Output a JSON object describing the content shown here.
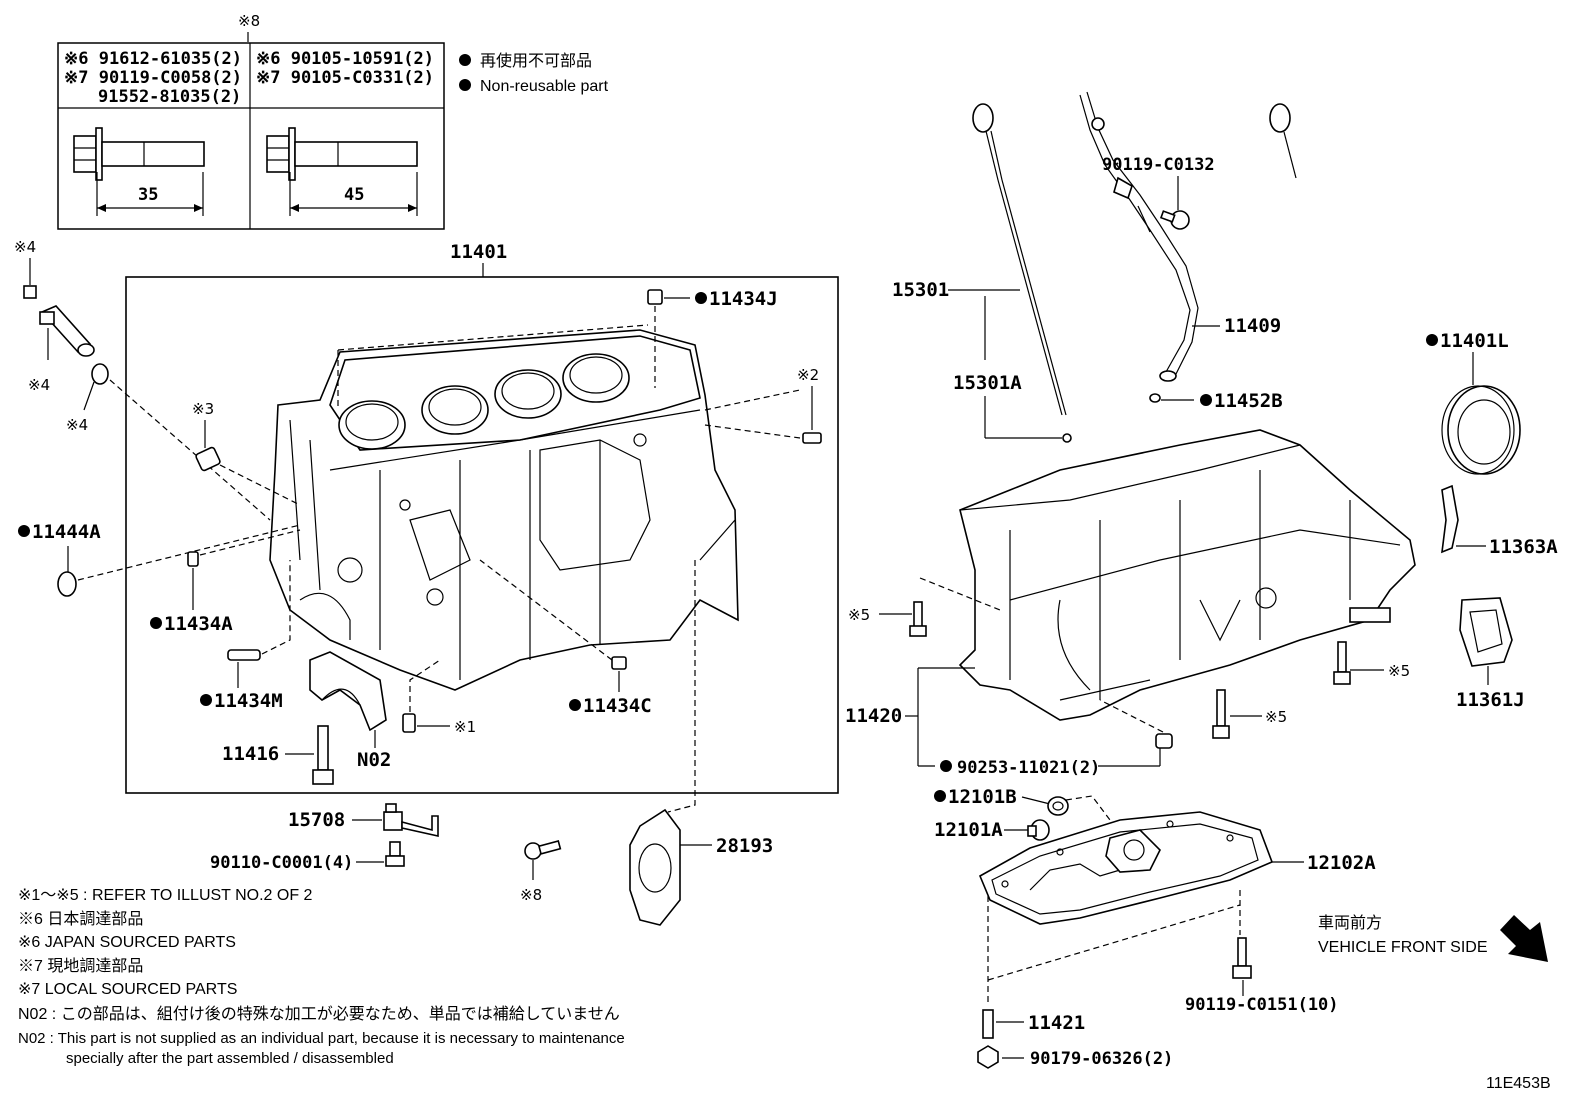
{
  "figure_id": "11E453B",
  "legend": {
    "top_mark": "※8",
    "left_col": [
      "※6 91612-61035(2)",
      "※7 90119-C0058(2)",
      "91552-81035(2)"
    ],
    "right_col": [
      "※6 90105-10591(2)",
      "※7 90105-C0331(2)"
    ],
    "left_dim": "35",
    "right_dim": "45",
    "nonreusable_jp": "再使用不可部品",
    "nonreusable_en": "Non-reusable part"
  },
  "labels": {
    "block": "11401",
    "p11434J": "11434J",
    "p11434A": "11434A",
    "p11434M": "11434M",
    "p11434C": "11434C",
    "p11444A": "11444A",
    "p11416": "11416",
    "pN02": "N02",
    "p15708": "15708",
    "p90110": "90110-C0001(4)",
    "p28193": "28193",
    "p15301": "15301",
    "p15301A": "15301A",
    "p11409": "11409",
    "p90119_0132": "90119-C0132",
    "p11452B": "11452B",
    "p11401L": "11401L",
    "p11363A": "11363A",
    "p11361J": "11361J",
    "p11420": "11420",
    "p90253": "90253-11021(2)",
    "p12101B": "12101B",
    "p12101A": "12101A",
    "p12102A": "12102A",
    "p90119_0151": "90119-C0151(10)",
    "p11421": "11421",
    "p90179": "90179-06326(2)"
  },
  "marks": {
    "m4a": "※4",
    "m4b": "※4",
    "m4c": "※4",
    "m3": "※3",
    "m2": "※2",
    "m1": "※1",
    "m8": "※8",
    "m5a": "※5",
    "m5b": "※5",
    "m5c": "※5"
  },
  "front": {
    "jp": "車両前方",
    "en": "VEHICLE FRONT SIDE"
  },
  "notes": [
    "※1～※5 : REFER TO ILLUST NO.2 OF 2",
    "※6 日本調達部品",
    "※6 JAPAN SOURCED PARTS",
    "※7 現地調達部品",
    "※7 LOCAL SOURCED PARTS",
    "N02 : この部品は、組付け後の特殊な加工が必要なため、単品では補給していません",
    "N02 : This part is not supplied as an individual part, because it is necessary to maintenance",
    "specially after the part assembled / disassembled"
  ]
}
